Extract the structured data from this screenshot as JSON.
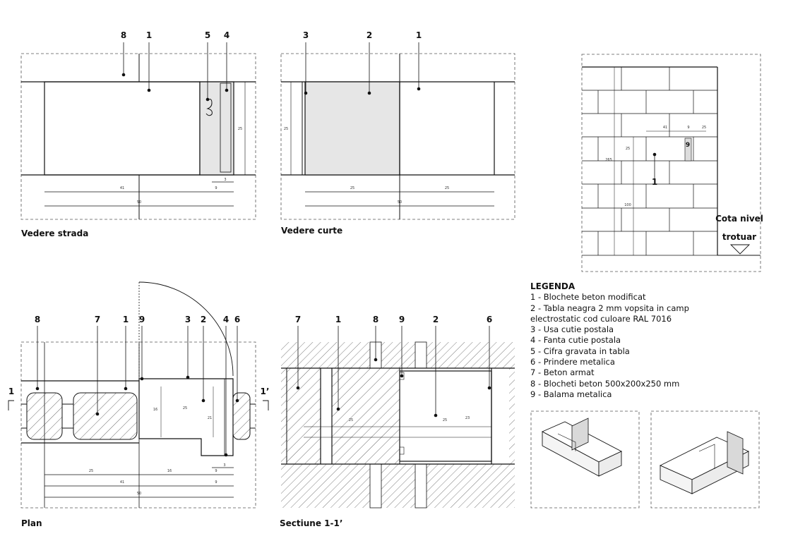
{
  "views": {
    "street": {
      "title": "Vedere strada",
      "callouts": [
        "8",
        "1",
        "5",
        "4"
      ],
      "dims": {
        "total": "50",
        "wall": "41",
        "slot": "9",
        "small": "3",
        "height": "25"
      }
    },
    "yard": {
      "title": "Vedere curte",
      "callouts": [
        "3",
        "2",
        "1"
      ],
      "dims": {
        "total": "50",
        "left": "25",
        "right": "25",
        "height": "25"
      }
    },
    "plan": {
      "title": "Plan",
      "callouts": [
        "8",
        "7",
        "1",
        "9",
        "3",
        "2",
        "4",
        "6"
      ],
      "section_mark_left": "1",
      "section_mark_right": "1’",
      "dims": {
        "width": "25",
        "depth": "16",
        "depth2": "21",
        "a": "25",
        "b": "16",
        "c": "9",
        "d": "41",
        "e": "9",
        "total": "50",
        "small": "3"
      }
    },
    "section": {
      "title": "Sectiune 1-1’",
      "callouts": [
        "7",
        "1",
        "8",
        "9",
        "2",
        "6"
      ],
      "dims": {
        "a": "25",
        "b": "25",
        "c": "23"
      }
    },
    "elevation": {
      "callouts": [
        "9",
        "1"
      ],
      "level_label_1": "Cota nivel",
      "level_label_2": "trotuar",
      "dims": {
        "a": "41",
        "b": "9",
        "c": "25",
        "d": "25",
        "e": "265",
        "f": "100"
      }
    }
  },
  "legend": {
    "heading": "LEGENDA",
    "items": [
      "1 - Blochete  beton modificat",
      "2 - Tabla neagra 2 mm vopsita in camp",
      "electrostatic cod culoare RAL 7016",
      "3 - Usa cutie postala",
      "4 - Fanta cutie postala",
      "5 - Cifra gravata in tabla",
      "6 - Prindere metalica",
      "7 - Beton armat",
      "8 - Blocheti beton 500x200x250 mm",
      "9 - Balama metalica"
    ]
  },
  "colors": {
    "line": "#1a1a1a",
    "dashed": "#555555",
    "panel_fill": "#e6e6e6",
    "hatch": "#444444"
  }
}
